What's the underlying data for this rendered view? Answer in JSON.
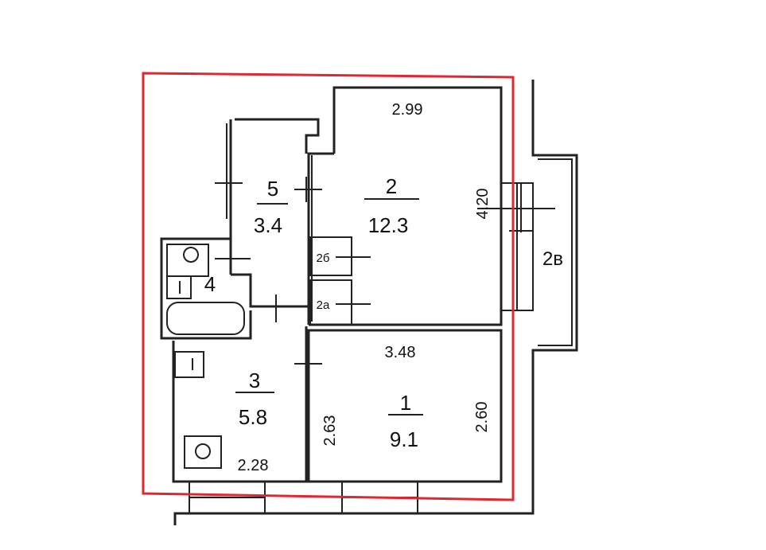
{
  "plan": {
    "colors": {
      "wall": "#222222",
      "selection_frame": "#e0262e",
      "background": "#ffffff"
    },
    "rooms": {
      "r1": {
        "number": "1",
        "area": "9.1"
      },
      "r2": {
        "number": "2",
        "area": "12.3"
      },
      "r3": {
        "number": "3",
        "area": "5.8"
      },
      "r4": {
        "number": "4"
      },
      "r5": {
        "number": "5",
        "area": "3.4"
      },
      "r2a": {
        "number": "2а"
      },
      "r2b": {
        "number": "2б"
      },
      "r2v": {
        "number": "2в"
      }
    },
    "dimensions": {
      "room2_width": "2.99",
      "room2_height": "4.20",
      "room1_width": "3.48",
      "room1_left_height": "2.63",
      "room1_right_height": "2.60",
      "room3_width": "2.28"
    }
  }
}
